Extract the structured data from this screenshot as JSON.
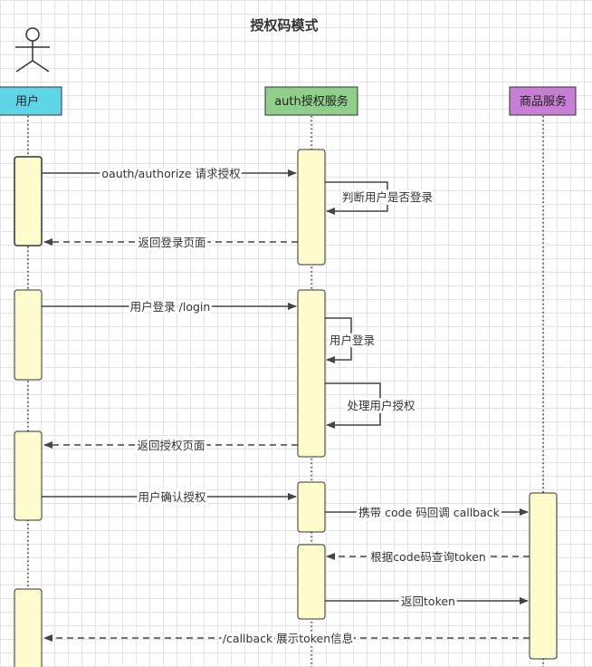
{
  "title": "授权码模式",
  "participants": {
    "user": "用户",
    "auth": "auth授权服务",
    "goods": "商品服务"
  },
  "messages": {
    "m1": "oauth/authorize 请求授权",
    "m2": "判断用户是否登录",
    "m3": "返回登录页面",
    "m4": "用户登录 /login",
    "m5": "用户登录",
    "m6": "处理用户授权",
    "m7": "返回授权页面",
    "m8": "用户确认授权",
    "m9": "携带 code 码回调 callback",
    "m10": "根据code码查询token",
    "m11": "返回token",
    "m12": "/callback 展示token信息"
  },
  "colors": {
    "user": "#5fd4e6",
    "auth": "#8fcf8a",
    "goods": "#c77ed4",
    "activation": "#fefccd",
    "line": "#444444"
  }
}
